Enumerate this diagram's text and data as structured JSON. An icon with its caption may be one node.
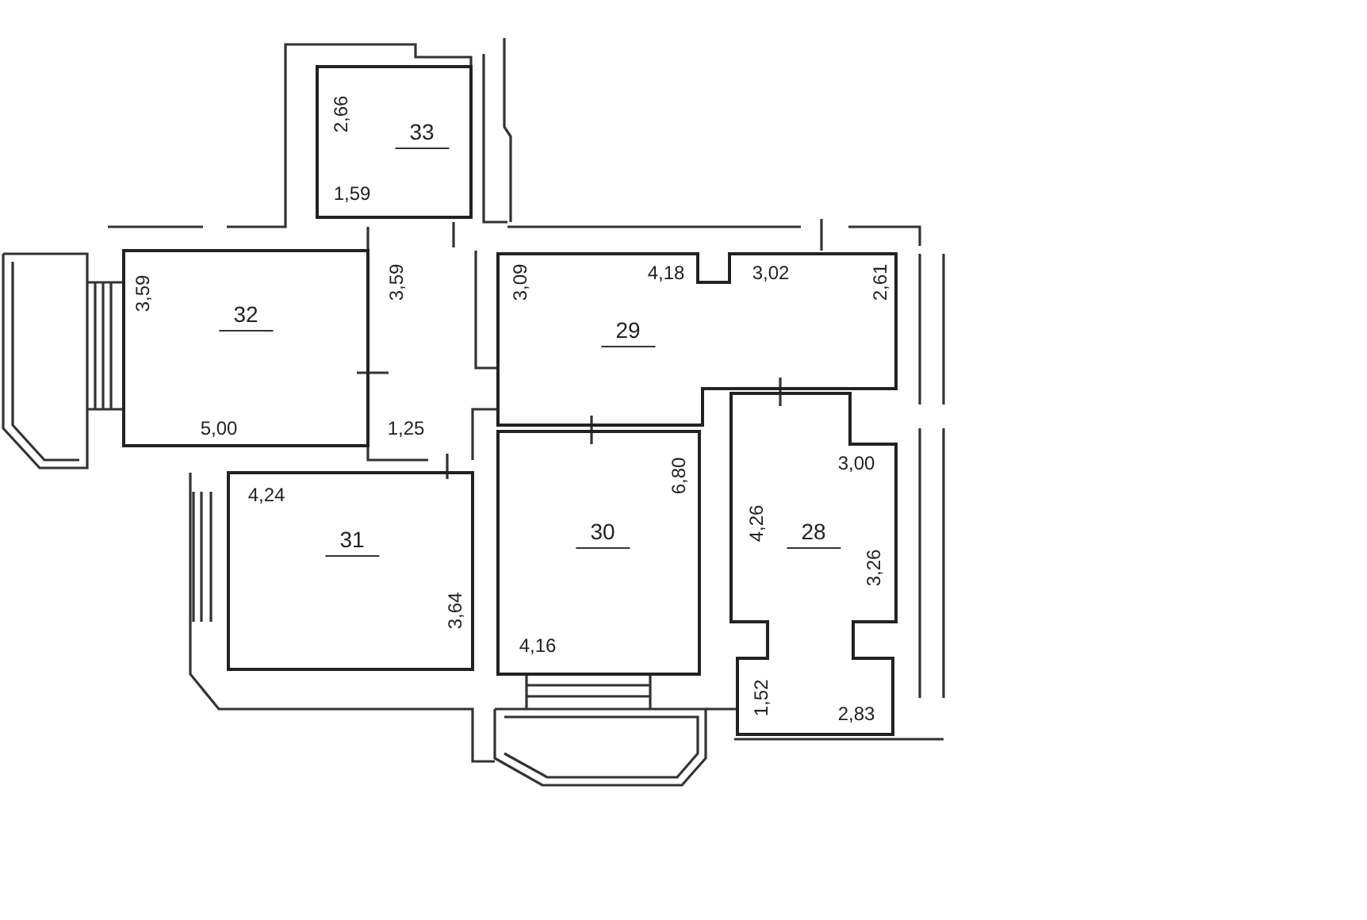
{
  "diagram": {
    "nodes": [
      {
        "text": [
          "2,66",
          "33",
          "1,59"
        ]
      },
      {
        "text": [
          "3,59",
          "32",
          "5,00"
        ]
      },
      {
        "text": [
          "3,09",
          "4,18",
          "3,02",
          "2,61",
          "29"
        ]
      },
      {
        "text": [
          "6,80",
          "30",
          "4,16"
        ]
      },
      {
        "text": [
          "4,24",
          "31",
          "3,64"
        ]
      },
      {
        "text": [
          "3,00",
          "4,26",
          "28",
          "3,26",
          "1,52",
          "2,83"
        ]
      }
    ],
    "labels": [
      "3,59",
      "1,25"
    ]
  }
}
